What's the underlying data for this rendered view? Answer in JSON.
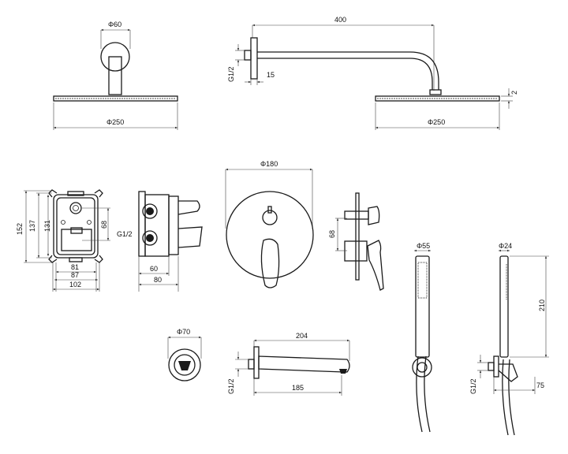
{
  "title": "Concealed shower set technical drawing",
  "overhead_shower_front": {
    "diameter_top": "Φ60",
    "diameter_head": "Φ250"
  },
  "shower_arm_side": {
    "length": "400",
    "thread": "G1/2",
    "flange": "15",
    "head_thickness": "2",
    "diameter_head": "Φ250"
  },
  "box_front": {
    "height_outer": "152",
    "height_mid": "137",
    "height_inner": "131",
    "outlet_spacing": "68",
    "width_inner": "81",
    "width_mid": "87",
    "width_outer": "102"
  },
  "box_side": {
    "thread": "G1/2",
    "depth_inner": "60",
    "depth_outer": "80"
  },
  "mixer_plate": {
    "diameter": "Φ180"
  },
  "mixer_side": {
    "spacing": "68"
  },
  "hand_shower": {
    "diameter": "Φ55"
  },
  "hand_shower_holder": {
    "diameter": "Φ24",
    "height": "210",
    "thread": "G1/2",
    "projection": "75"
  },
  "wall_outlet": {
    "diameter": "Φ70"
  },
  "spout": {
    "length": "204",
    "thread": "G1/2",
    "length_lower": "185"
  }
}
